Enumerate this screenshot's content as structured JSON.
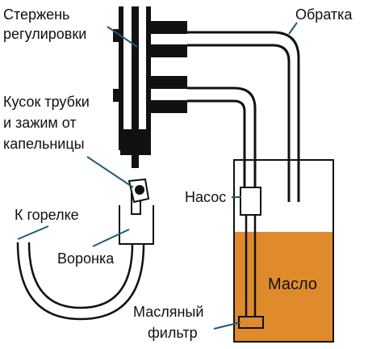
{
  "labels": {
    "control_rod": [
      "Стержень",
      "регулировки"
    ],
    "return_line": "Обратка",
    "tube_piece": [
      "Кусок трубки",
      "и зажим от",
      "капельницы"
    ],
    "to_burner": "К горелке",
    "pump": "Насос",
    "funnel": "Воронка",
    "oil": "Масло",
    "oil_filter": [
      "Масляный",
      "фильтр"
    ]
  },
  "colors": {
    "oil": "#df8b2c",
    "line": "#111111",
    "leader": "#1f5a7a",
    "background": "#ffffff"
  }
}
